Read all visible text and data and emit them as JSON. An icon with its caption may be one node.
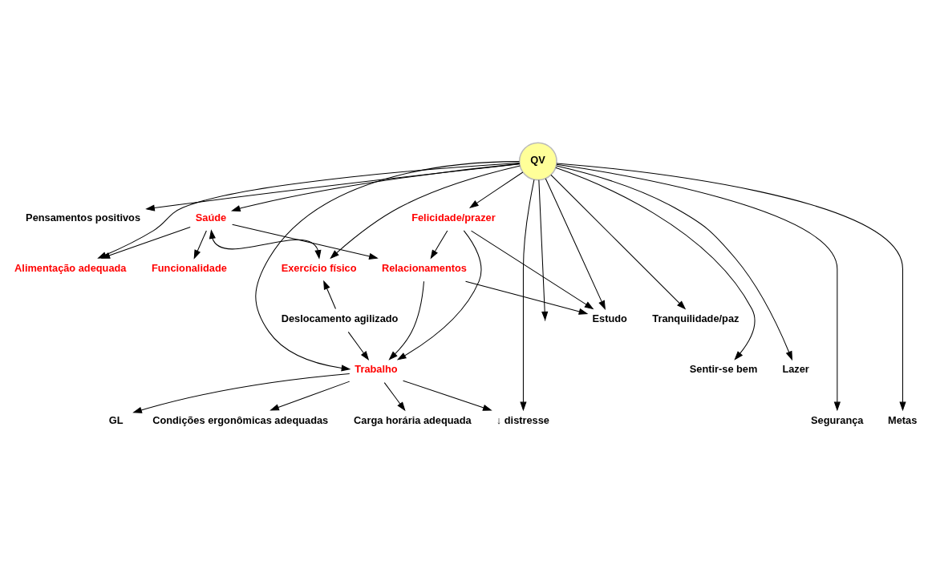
{
  "diagram": {
    "nodes": [
      {
        "text": [
          "QV"
        ]
      },
      {
        "text": [
          "Pensamentos positivos"
        ]
      },
      {
        "text": [
          "Saúde"
        ]
      },
      {
        "text": [
          "Funcionalidade"
        ]
      },
      {
        "text": [
          "Felicidade/prazer"
        ]
      },
      {
        "text": [
          "Alimentação adequada"
        ]
      },
      {
        "text": [
          "Exercício físico"
        ]
      },
      {
        "text": [
          "Relacionamentos"
        ]
      },
      {
        "text": [
          "Tranquilidade/paz"
        ]
      },
      {
        "text": [
          "Deslocamento agilizado"
        ]
      },
      {
        "text": [
          "Estudo"
        ]
      },
      {
        "text": [
          "Trabalho"
        ]
      },
      {
        "text": [
          "Sentir-se bem"
        ]
      },
      {
        "text": [
          "Lazer"
        ]
      },
      {
        "text": [
          "Segurança"
        ]
      },
      {
        "text": [
          "GL"
        ]
      },
      {
        "text": [
          "Condições ergonômicas adequadas"
        ]
      },
      {
        "text": [
          "Metas"
        ]
      },
      {
        "text": [
          "↓ distresse"
        ]
      },
      {
        "text": [
          "Carga horária adequada"
        ]
      }
    ],
    "edges": [
      {
        "from": 0,
        "to": 1,
        "arrow": "to"
      },
      {
        "from": 0,
        "to": 4,
        "arrow": "to"
      },
      {
        "from": 0,
        "to": 2,
        "arrow": "to"
      },
      {
        "from": 0,
        "to": 5,
        "arrow": "to"
      },
      {
        "from": 0,
        "to": 8,
        "arrow": "to"
      },
      {
        "from": 0,
        "to": 12,
        "arrow": "to"
      },
      {
        "from": 0,
        "to": 6,
        "arrow": "to"
      },
      {
        "from": 0,
        "to": 13,
        "arrow": "to"
      },
      {
        "from": 0,
        "to": 14,
        "arrow": "to"
      },
      {
        "from": 0,
        "to": 18,
        "arrow": "to"
      },
      {
        "from": 0,
        "to": 11,
        "arrow": "to"
      },
      {
        "from": 0,
        "to": 17,
        "arrow": "to"
      },
      {
        "from": 0,
        "to": null,
        "arrow": "to"
      },
      {
        "from": 0,
        "to": 10,
        "arrow": "to"
      },
      {
        "from": 2,
        "to": 3,
        "arrow": "to"
      },
      {
        "from": 2,
        "to": 5,
        "arrow": "to"
      },
      {
        "from": 2,
        "to": 7,
        "arrow": "to"
      },
      {
        "from": 2,
        "to": 6,
        "arrow": "both"
      },
      {
        "from": 4,
        "to": 7,
        "arrow": "to"
      },
      {
        "from": 4,
        "to": 10,
        "arrow": "to"
      },
      {
        "from": 4,
        "to": 11,
        "arrow": "to"
      },
      {
        "from": 7,
        "to": 10,
        "arrow": "to"
      },
      {
        "from": 7,
        "to": 11,
        "arrow": "to"
      },
      {
        "from": 9,
        "to": 6,
        "arrow": "to"
      },
      {
        "from": 9,
        "to": 11,
        "arrow": "to"
      },
      {
        "from": 11,
        "to": 16,
        "arrow": "to"
      },
      {
        "from": 11,
        "to": 15,
        "arrow": "to"
      },
      {
        "from": 11,
        "to": 19,
        "arrow": "to"
      },
      {
        "from": 11,
        "to": 18,
        "arrow": "to"
      }
    ]
  }
}
